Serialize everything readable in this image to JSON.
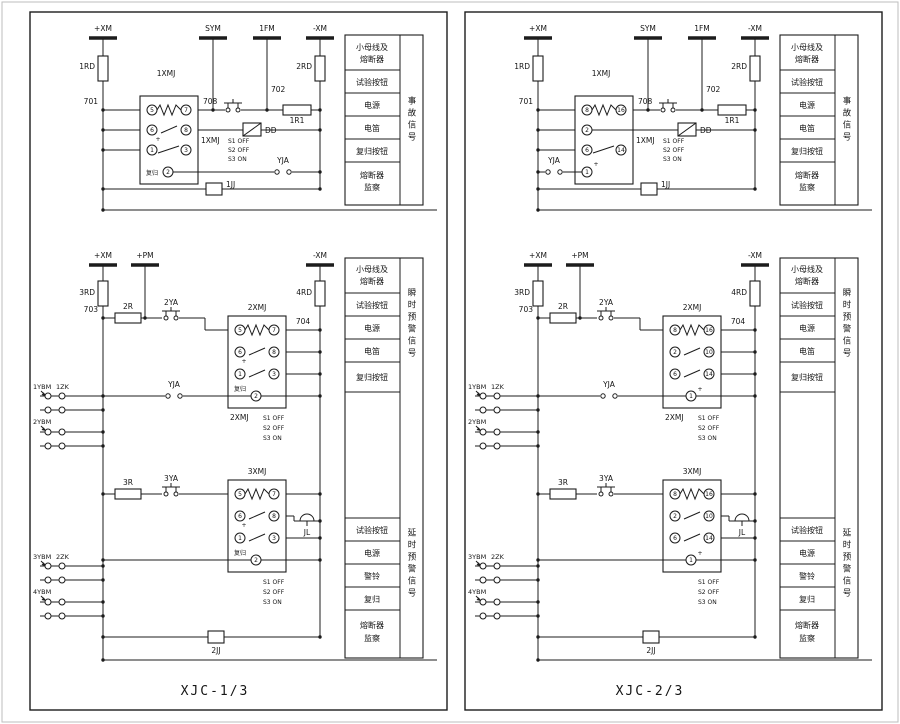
{
  "diagram": {
    "background": "#ffffff",
    "ink": "#1c1c1c",
    "panels": [
      {
        "caption": "XJC-1/3",
        "top": {
          "bus1": "+XM",
          "bus2": "SYM",
          "bus3": "1FM",
          "bus4": "-XM",
          "fuse1": "1RD",
          "fuse2": "2RD",
          "wire1": "701",
          "wire2": "708",
          "wire3": "702",
          "relay": "1XMJ",
          "relay_side": "1XMJ",
          "c1a": "5",
          "c1b": "7",
          "c2a": "6",
          "c2b": "8",
          "c3a": "1",
          "c3b": "3",
          "c4": "2",
          "plus": "+",
          "reset": "复归",
          "sw1": "S1 OFF",
          "sw2": "S2 OFF",
          "sw3": "S3 ON",
          "horn": "DD",
          "yja": "YJA",
          "resistor": "1R1",
          "monitor_relay": "1JJ",
          "legend": {
            "rows": [
              [
                "小母线及",
                "熔断器"
              ],
              [
                "试验按钮"
              ],
              [
                "电源"
              ],
              [
                "电笛"
              ],
              [
                "复归按钮"
              ],
              [
                "熔断器",
                "监察"
              ]
            ],
            "side": "事故信号"
          }
        },
        "bottom": {
          "bus1": "+XM",
          "bus2": "+PM",
          "bus3": "-XM",
          "fuse1": "3RD",
          "fuse2": "4RD",
          "wire1": "703",
          "wire2": "704",
          "res1": "2R",
          "btn1": "2YA",
          "relay1": "2XMJ",
          "relay1_side": "2XMJ",
          "a1a": "5",
          "a1b": "7",
          "a2a": "6",
          "a2b": "8",
          "a3a": "1",
          "a3b": "3",
          "a4": "2",
          "res2": "3R",
          "btn2": "3YA",
          "relay2": "3XMJ",
          "b1a": "5",
          "b1b": "7",
          "b2a": "6",
          "b2b": "8",
          "b3a": "1",
          "b3b": "3",
          "b4": "2",
          "plus": "+",
          "reset": "复归",
          "yja": "YJA",
          "sw1": "S1 OFF",
          "sw2": "S2 OFF",
          "sw3": "S3 ON",
          "bell": "JL",
          "monitor_relay": "2JJ",
          "term1": "1YBM",
          "term2": "1ZK",
          "term3": "2YBM",
          "term4": "3YBM",
          "term5": "2ZK",
          "term6": "4YBM",
          "legend": {
            "rows": [
              [
                "小母线及",
                "熔断器"
              ],
              [
                "试验按钮"
              ],
              [
                "电源"
              ],
              [
                "电笛"
              ],
              [
                "复归按钮"
              ],
              [
                "试验按钮"
              ],
              [
                "电源"
              ],
              [
                "警铃"
              ],
              [
                "复归"
              ],
              [
                "熔断器",
                "监察"
              ]
            ],
            "side1": "瞬时预警信号",
            "side2": "延时预警信号"
          }
        }
      },
      {
        "caption": "XJC-2/3",
        "top": {
          "bus1": "+XM",
          "bus2": "SYM",
          "bus3": "1FM",
          "bus4": "-XM",
          "fuse1": "1RD",
          "fuse2": "2RD",
          "wire1": "701",
          "wire2": "708",
          "wire3": "702",
          "relay": "1XMJ",
          "relay_side": "1XMJ",
          "c1a": "8",
          "c1b": "16",
          "c2a": "2",
          "c3a": "6",
          "c3b": "14",
          "c4": "1",
          "plus": "+",
          "sw1": "S1 OFF",
          "sw2": "S2 OFF",
          "sw3": "S3 ON",
          "horn": "DD",
          "yja": "YJA",
          "resistor": "1R1",
          "monitor_relay": "1JJ",
          "legend": {
            "rows": [
              [
                "小母线及",
                "熔断器"
              ],
              [
                "试验按钮"
              ],
              [
                "电源"
              ],
              [
                "电笛"
              ],
              [
                "复归按钮"
              ],
              [
                "熔断器",
                "监察"
              ]
            ],
            "side": "事故信号"
          }
        },
        "bottom": {
          "bus1": "+XM",
          "bus2": "+PM",
          "bus3": "-XM",
          "fuse1": "3RD",
          "fuse2": "4RD",
          "wire1": "703",
          "wire2": "704",
          "res1": "2R",
          "btn1": "2YA",
          "relay1": "2XMJ",
          "relay1_side": "2XMJ",
          "a1a": "8",
          "a1b": "16",
          "a2a": "2",
          "a2b": "10",
          "a3a": "6",
          "a3b": "14",
          "a4": "1",
          "res2": "3R",
          "btn2": "3YA",
          "relay2": "3XMJ",
          "b1a": "8",
          "b1b": "16",
          "b2a": "2",
          "b2b": "10",
          "b3a": "6",
          "b3b": "14",
          "b4": "1",
          "plus": "+",
          "yja": "YJA",
          "sw1": "S1 OFF",
          "sw2": "S2 OFF",
          "sw3": "S3 ON",
          "bell": "JL",
          "monitor_relay": "2JJ",
          "term1": "1YBM",
          "term2": "1ZK",
          "term3": "2YBM",
          "term4": "3YBM",
          "term5": "2ZK",
          "term6": "4YBM",
          "legend": {
            "rows": [
              [
                "小母线及",
                "熔断器"
              ],
              [
                "试验按钮"
              ],
              [
                "电源"
              ],
              [
                "电笛"
              ],
              [
                "复归按钮"
              ],
              [
                "试验按钮"
              ],
              [
                "电源"
              ],
              [
                "警铃"
              ],
              [
                "复归"
              ],
              [
                "熔断器",
                "监察"
              ]
            ],
            "side1": "瞬时预警信号",
            "side2": "延时预警信号"
          }
        }
      }
    ]
  }
}
